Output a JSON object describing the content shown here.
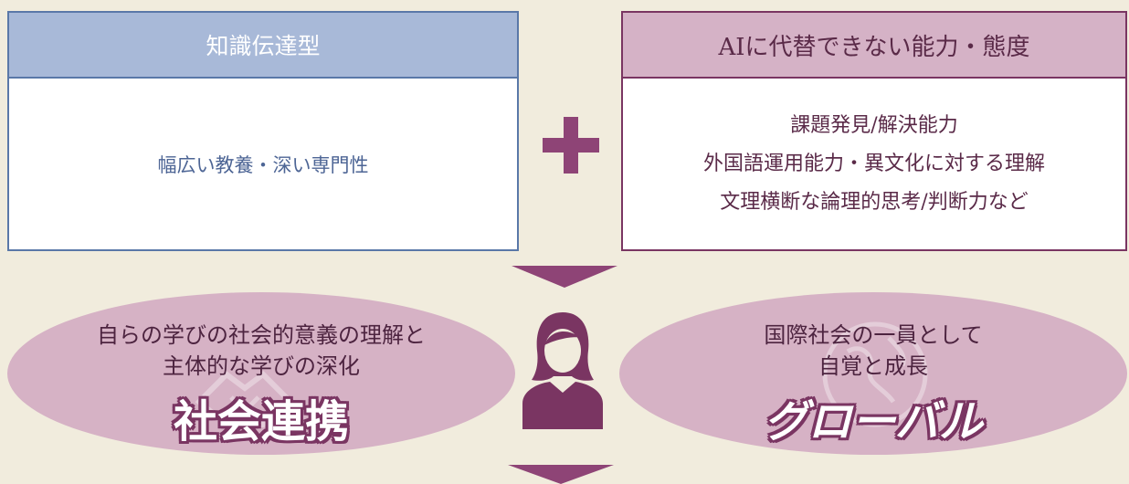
{
  "left_box": {
    "title": "知識伝達型",
    "body": "幅広い教養・深い専門性"
  },
  "right_box": {
    "title": "AIに代替できない能力・態度",
    "lines": [
      "課題発見/解決能力",
      "外国語運用能力・異文化に対する理解",
      "文理横断な論理的思考/判断力など"
    ]
  },
  "left_ellipse": {
    "lines": [
      "自らの学びの社会的意義の理解と",
      "主体的な学びの深化"
    ],
    "label": "社会連携"
  },
  "right_ellipse": {
    "lines": [
      "国際社会の一員として",
      "自覚と成長"
    ],
    "label": "グローバル"
  },
  "colors": {
    "background": "#f1ecdd",
    "blue_accent": "#5a78a8",
    "plum_accent": "#8e4476",
    "ellipse_fill": "#d6b2c5"
  }
}
